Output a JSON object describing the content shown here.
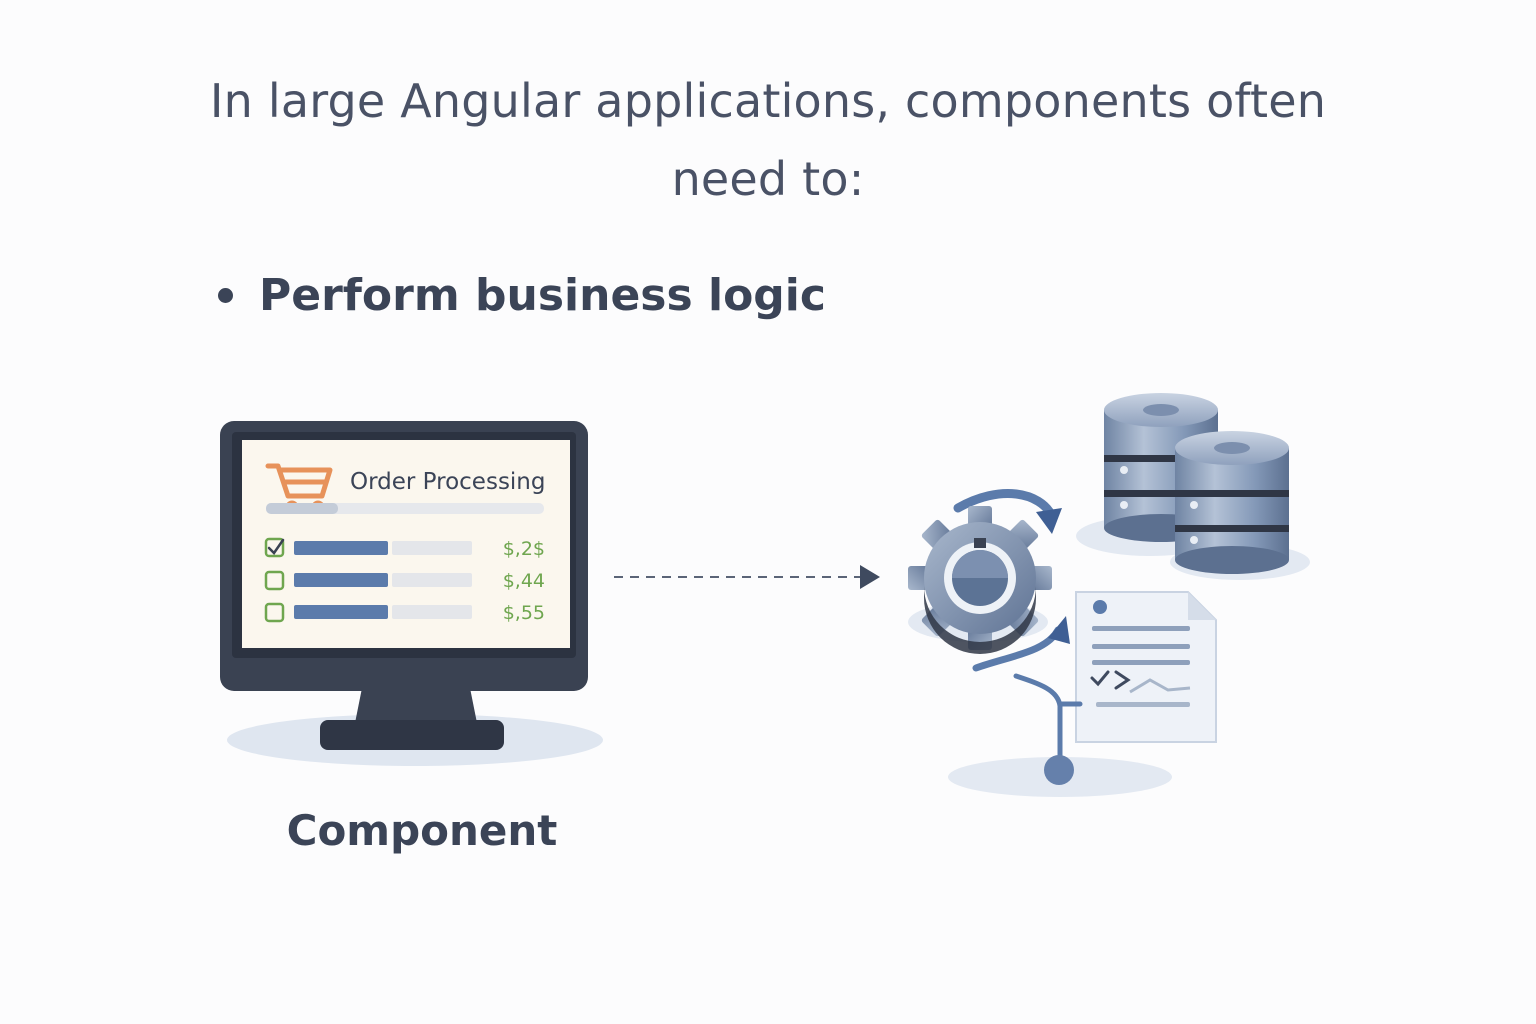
{
  "intro": {
    "line1": "In large Angular applications, components often",
    "line2": "need to:"
  },
  "bullet": {
    "text": "Perform business logic"
  },
  "component": {
    "label": "Component",
    "screen": {
      "title": "Order Processing",
      "rows": [
        {
          "price": "$,2$",
          "checked": true
        },
        {
          "price": "$,44",
          "checked": false
        },
        {
          "price": "$,55",
          "checked": false
        }
      ]
    }
  },
  "icons": {
    "cart": "shopping-cart-icon",
    "gear": "gear-icon",
    "database": "database-icon",
    "document": "code-document-icon"
  },
  "colors": {
    "text": "#3b4457",
    "accent_orange": "#e7925a",
    "accent_green": "#6fa64f",
    "accent_blue": "#5b7bab",
    "monitor": "#3a4252"
  }
}
